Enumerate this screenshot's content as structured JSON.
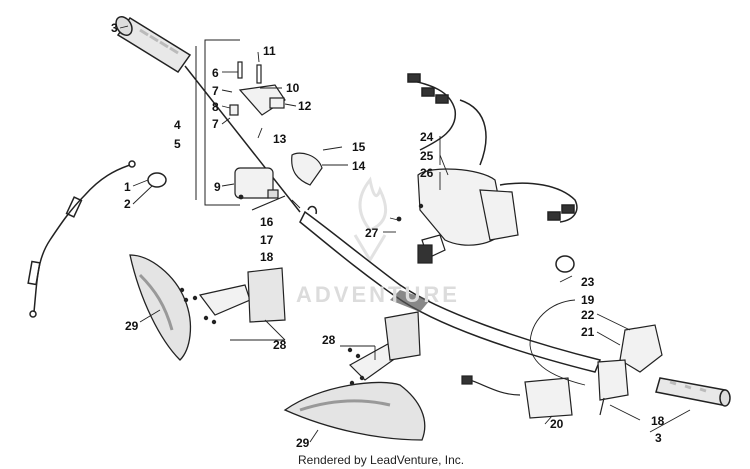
{
  "diagram": {
    "credit": "Rendered by LeadVenture, Inc.",
    "watermark": "ADVENTURE",
    "callouts": {
      "c1": "1",
      "c2": "2",
      "c3_top": "3",
      "c3_bottom": "3",
      "c4": "4",
      "c5": "5",
      "c6": "6",
      "c7_a": "7",
      "c7_b": "7",
      "c8": "8",
      "c9": "9",
      "c10": "10",
      "c11": "11",
      "c12": "12",
      "c13": "13",
      "c14": "14",
      "c15": "15",
      "c16": "16",
      "c17": "17",
      "c18_left": "18",
      "c18_right": "18",
      "c19": "19",
      "c20": "20",
      "c21": "21",
      "c22": "22",
      "c23": "23",
      "c24": "24",
      "c25": "25",
      "c26": "26",
      "c27": "27",
      "c28_left": "28",
      "c28_center": "28",
      "c29_left": "29",
      "c29_bottom": "29"
    }
  }
}
